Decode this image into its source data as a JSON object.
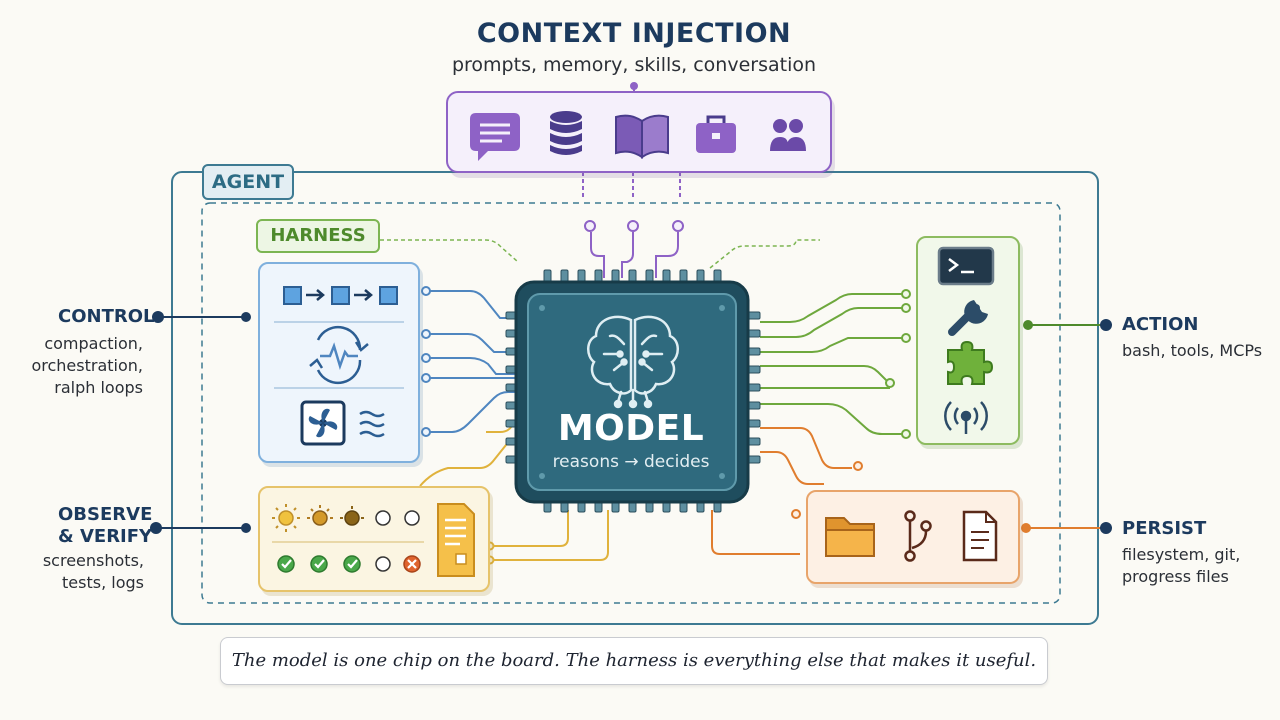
{
  "context": {
    "title": "CONTEXT INJECTION",
    "subtitle": "prompts, memory, skills, conversation",
    "icons": [
      "chat-icon",
      "database-icon",
      "book-icon",
      "briefcase-icon",
      "people-icon"
    ]
  },
  "agent": {
    "label": "AGENT"
  },
  "harness": {
    "label": "HARNESS"
  },
  "model": {
    "title": "MODEL",
    "subtitle": "reasons → decides",
    "icon": "brain-icon"
  },
  "control": {
    "title": "CONTROL",
    "lines": [
      "compaction,",
      "orchestration,",
      "ralph loops"
    ],
    "icons": [
      "pipeline-icon",
      "cycle-pulse-icon",
      "fan-icon"
    ]
  },
  "observe": {
    "title_lines": [
      "OBSERVE",
      "& VERIFY"
    ],
    "lines": [
      "screenshots,",
      "tests, logs"
    ],
    "icons": [
      "sun-icon",
      "check-icon",
      "fail-icon",
      "log-document-icon"
    ]
  },
  "action": {
    "title": "ACTION",
    "subtitle": "bash, tools, MCPs",
    "icons": [
      "terminal-icon",
      "wrench-icon",
      "puzzle-icon",
      "antenna-icon"
    ]
  },
  "persist": {
    "title": "PERSIST",
    "lines": [
      "filesystem, git,",
      "progress files"
    ],
    "icons": [
      "folder-icon",
      "git-branch-icon",
      "file-icon"
    ]
  },
  "caption": "The model is one chip on the board. The harness is everything else that makes it useful.",
  "colors": {
    "navy": "#1c3a5e",
    "agent": "#3d7a92",
    "context": "#8e62c6",
    "harness": "#7cb552",
    "control": "#4f86c0",
    "observe": "#e0b23c",
    "action": "#6ea83d",
    "persist": "#e07d2e",
    "chip": "#2f6a7e"
  }
}
